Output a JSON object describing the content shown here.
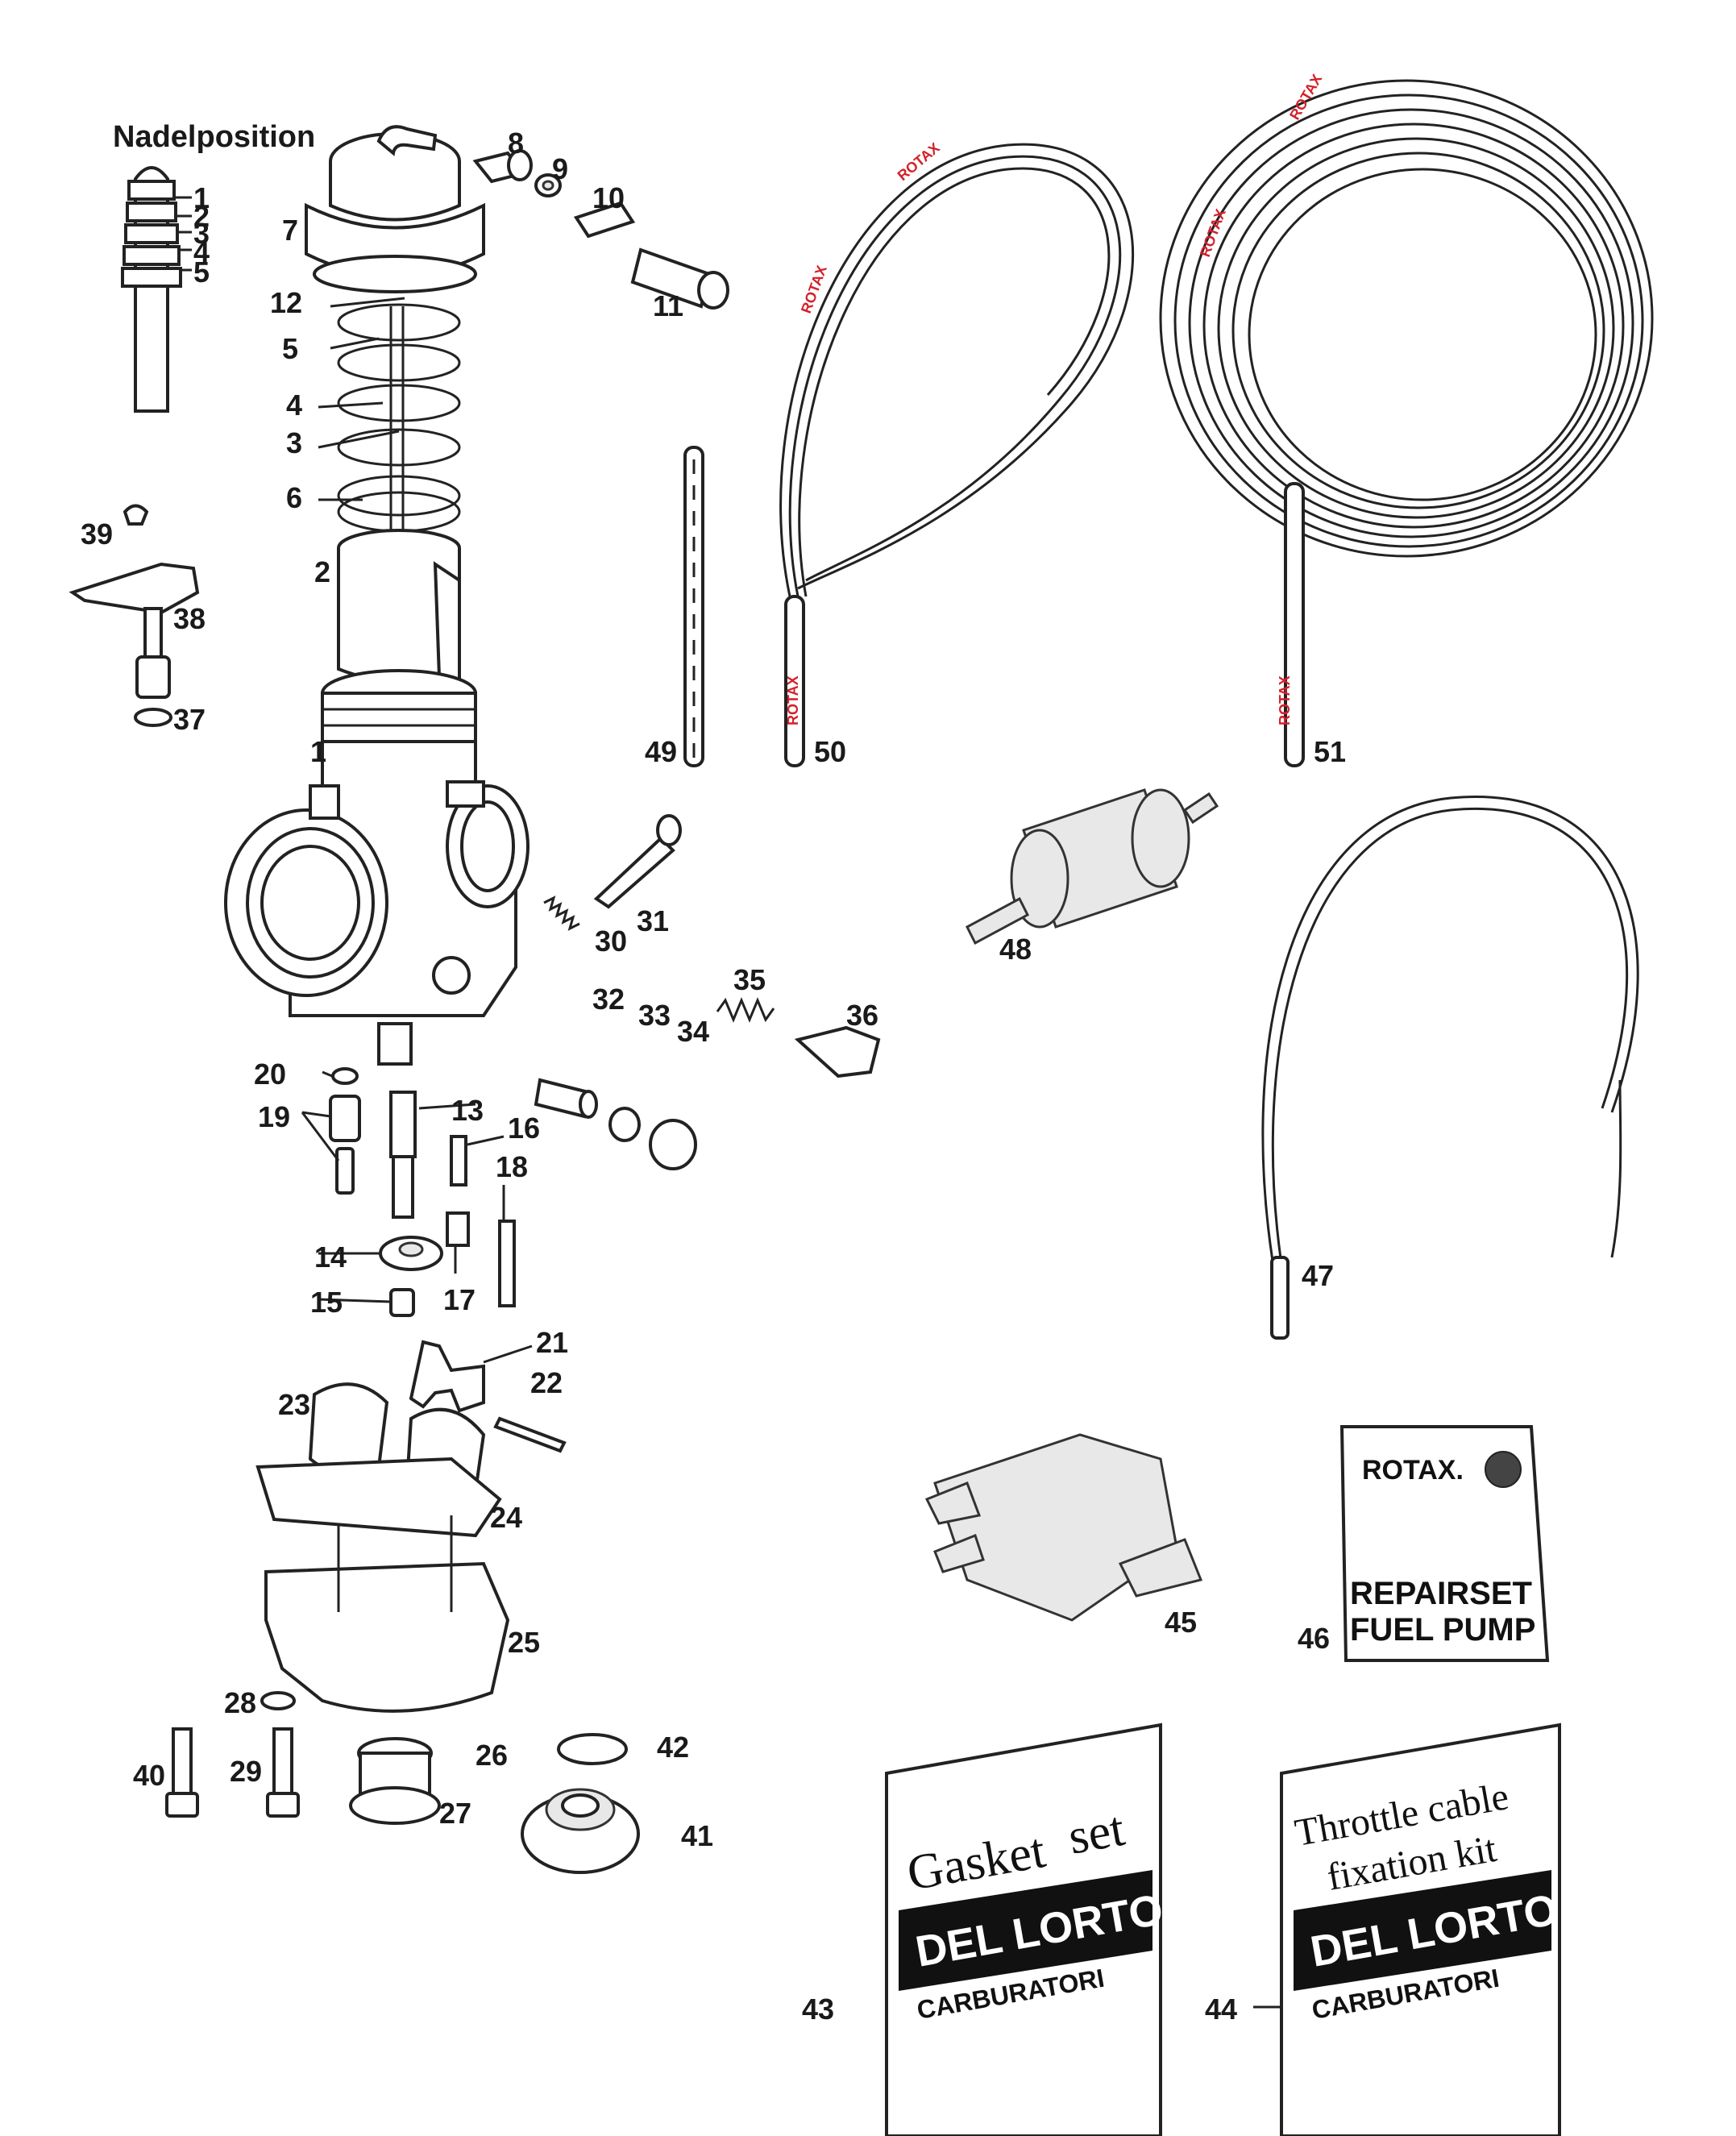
{
  "needle": {
    "title": "Nadelposition",
    "positions": [
      "1",
      "2",
      "3",
      "4",
      "5"
    ]
  },
  "parts": {
    "p1": "1",
    "p2": "2",
    "p3": "3",
    "p4": "4",
    "p5": "5",
    "p6": "6",
    "p7": "7",
    "p8": "8",
    "p9": "9",
    "p10": "10",
    "p11": "11",
    "p12": "12",
    "p13": "13",
    "p14": "14",
    "p15": "15",
    "p16": "16",
    "p17": "17",
    "p18": "18",
    "p19": "19",
    "p20": "20",
    "p21": "21",
    "p22": "22",
    "p23": "23",
    "p24": "24",
    "p25": "25",
    "p26": "26",
    "p27": "27",
    "p28": "28",
    "p29": "29",
    "p30": "30",
    "p31": "31",
    "p32": "32",
    "p33": "33",
    "p34": "34",
    "p35": "35",
    "p36": "36",
    "p37": "37",
    "p38": "38",
    "p39": "39",
    "p40": "40",
    "p41": "41",
    "p42": "42",
    "p43": "43",
    "p44": "44",
    "p45": "45",
    "p46": "46",
    "p47": "47",
    "p48": "48",
    "p49": "49",
    "p50": "50",
    "p51": "51"
  },
  "cable_brand": "ROTAX",
  "repair_kit": {
    "brand": "ROTAX.",
    "line1": "REPAIRSET",
    "line2": "FUEL PUMP"
  },
  "gasket_bag": {
    "line1": "Gasket",
    "line2": "set",
    "brand": "DEL LORTO",
    "sub": "CARBURATORI"
  },
  "throttle_bag": {
    "line1": "Throttle cable",
    "line2": "fixation kit",
    "brand": "DEL LORTO",
    "sub": "CARBURATORI"
  }
}
